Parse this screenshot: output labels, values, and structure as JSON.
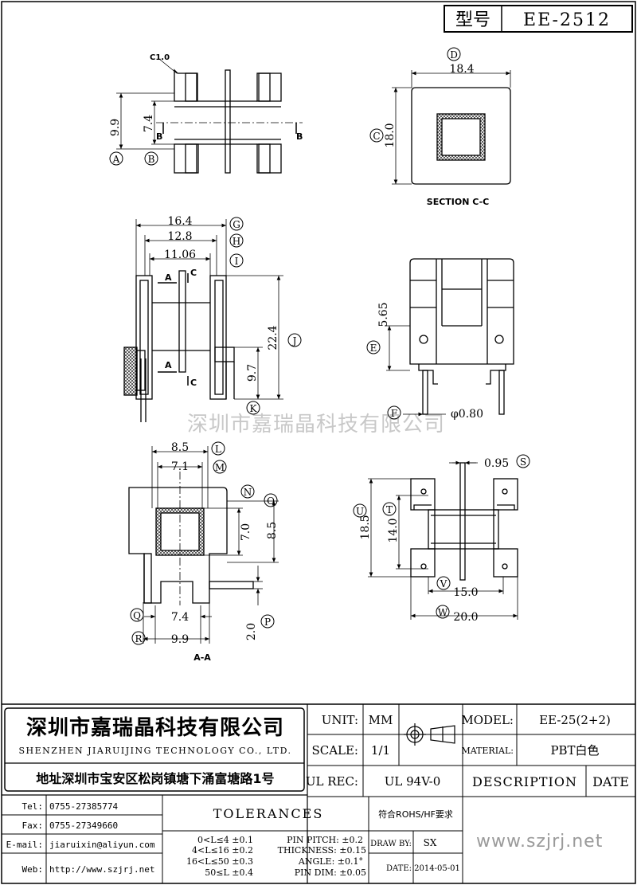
{
  "header": {
    "type_label": "型号",
    "part_number": "EE-2512"
  },
  "section_label": "SECTION C-C",
  "aa_label": "A-A",
  "chamfer_label": "C1.0",
  "watermark": "深圳市嘉瑞晶科技有限公司",
  "site_watermark": "www.szjrj.net",
  "dimensions": {
    "d_9_9_side": "9.9",
    "d_7_4_side": "7.4",
    "d_18_4": "18.4",
    "d_18_0": "18.0",
    "d_16_4": "16.4",
    "d_12_8": "12.8",
    "d_11_06": "11.06",
    "d_22_4": "22.4",
    "d_9_7": "9.7",
    "d_5_65": "5.65",
    "d_pin_dia": "φ0.80",
    "d_8_5_top": "8.5",
    "d_7_1": "7.1",
    "d_7_0": "7.0",
    "d_8_5_right": "8.5",
    "d_7_4_bottom": "7.4",
    "d_2_0": "2.0",
    "d_9_9_bottom": "9.9",
    "d_0_95": "0.95",
    "d_18_5": "18.5",
    "d_14_0": "14.0",
    "d_15_0": "15.0",
    "d_20_0": "20.0"
  },
  "section_marks": {
    "a": "A",
    "b": "B",
    "c": "C"
  },
  "circle_labels": [
    "A",
    "B",
    "C",
    "D",
    "E",
    "F",
    "G",
    "H",
    "I",
    "J",
    "K",
    "L",
    "M",
    "N",
    "O",
    "P",
    "Q",
    "R",
    "S",
    "T",
    "U",
    "V",
    "W"
  ],
  "company": {
    "name_cn": "深圳市嘉瑞晶科技有限公司",
    "name_en": "SHENZHEN JIARUIJING TECHNOLOGY CO., LTD.",
    "address": "地址深圳市宝安区松岗镇塘下涌富塘路1号"
  },
  "contact": {
    "tel_label": "Tel:",
    "tel": "0755-27385774",
    "fax_label": "Fax:",
    "fax": "0755-27349660",
    "email_label": "E-mail:",
    "email": "jiaruixin@aliyun.com",
    "web_label": "Web:",
    "web": "http://www.szjrj.net"
  },
  "title_block": {
    "unit_label": "UNIT:",
    "unit": "MM",
    "scale_label": "SCALE:",
    "scale": "1/1",
    "ulrec_label": "UL REC:",
    "ulrec": "UL 94V-0",
    "model_label": "MODEL:",
    "model": "EE-25(2+2)",
    "material_label": "MATERIAL:",
    "material": "PBT白色",
    "description_label": "DESCRIPTION",
    "date_label": "DATE",
    "tolerances_title": "TOLERANCES",
    "rohs": "符合ROHS/HF要求",
    "draw_by_label": "DRAW BY:",
    "draw_by": "SX",
    "date_label2": "DATE:",
    "date": "2014-05-01"
  },
  "tolerances": {
    "t1": "0<L≤4 ±0.1",
    "t2": "4<L≤16 ±0.2",
    "t3": "16<L≤50 ±0.3",
    "t4": "50≤L ±0.4",
    "p1": "PIN PITCH: ±0.2",
    "p2": "THICKNESS: ±0.15",
    "p3": "ANGLE: ±0.1°",
    "p4": "PIN DIM: ±0.05"
  }
}
